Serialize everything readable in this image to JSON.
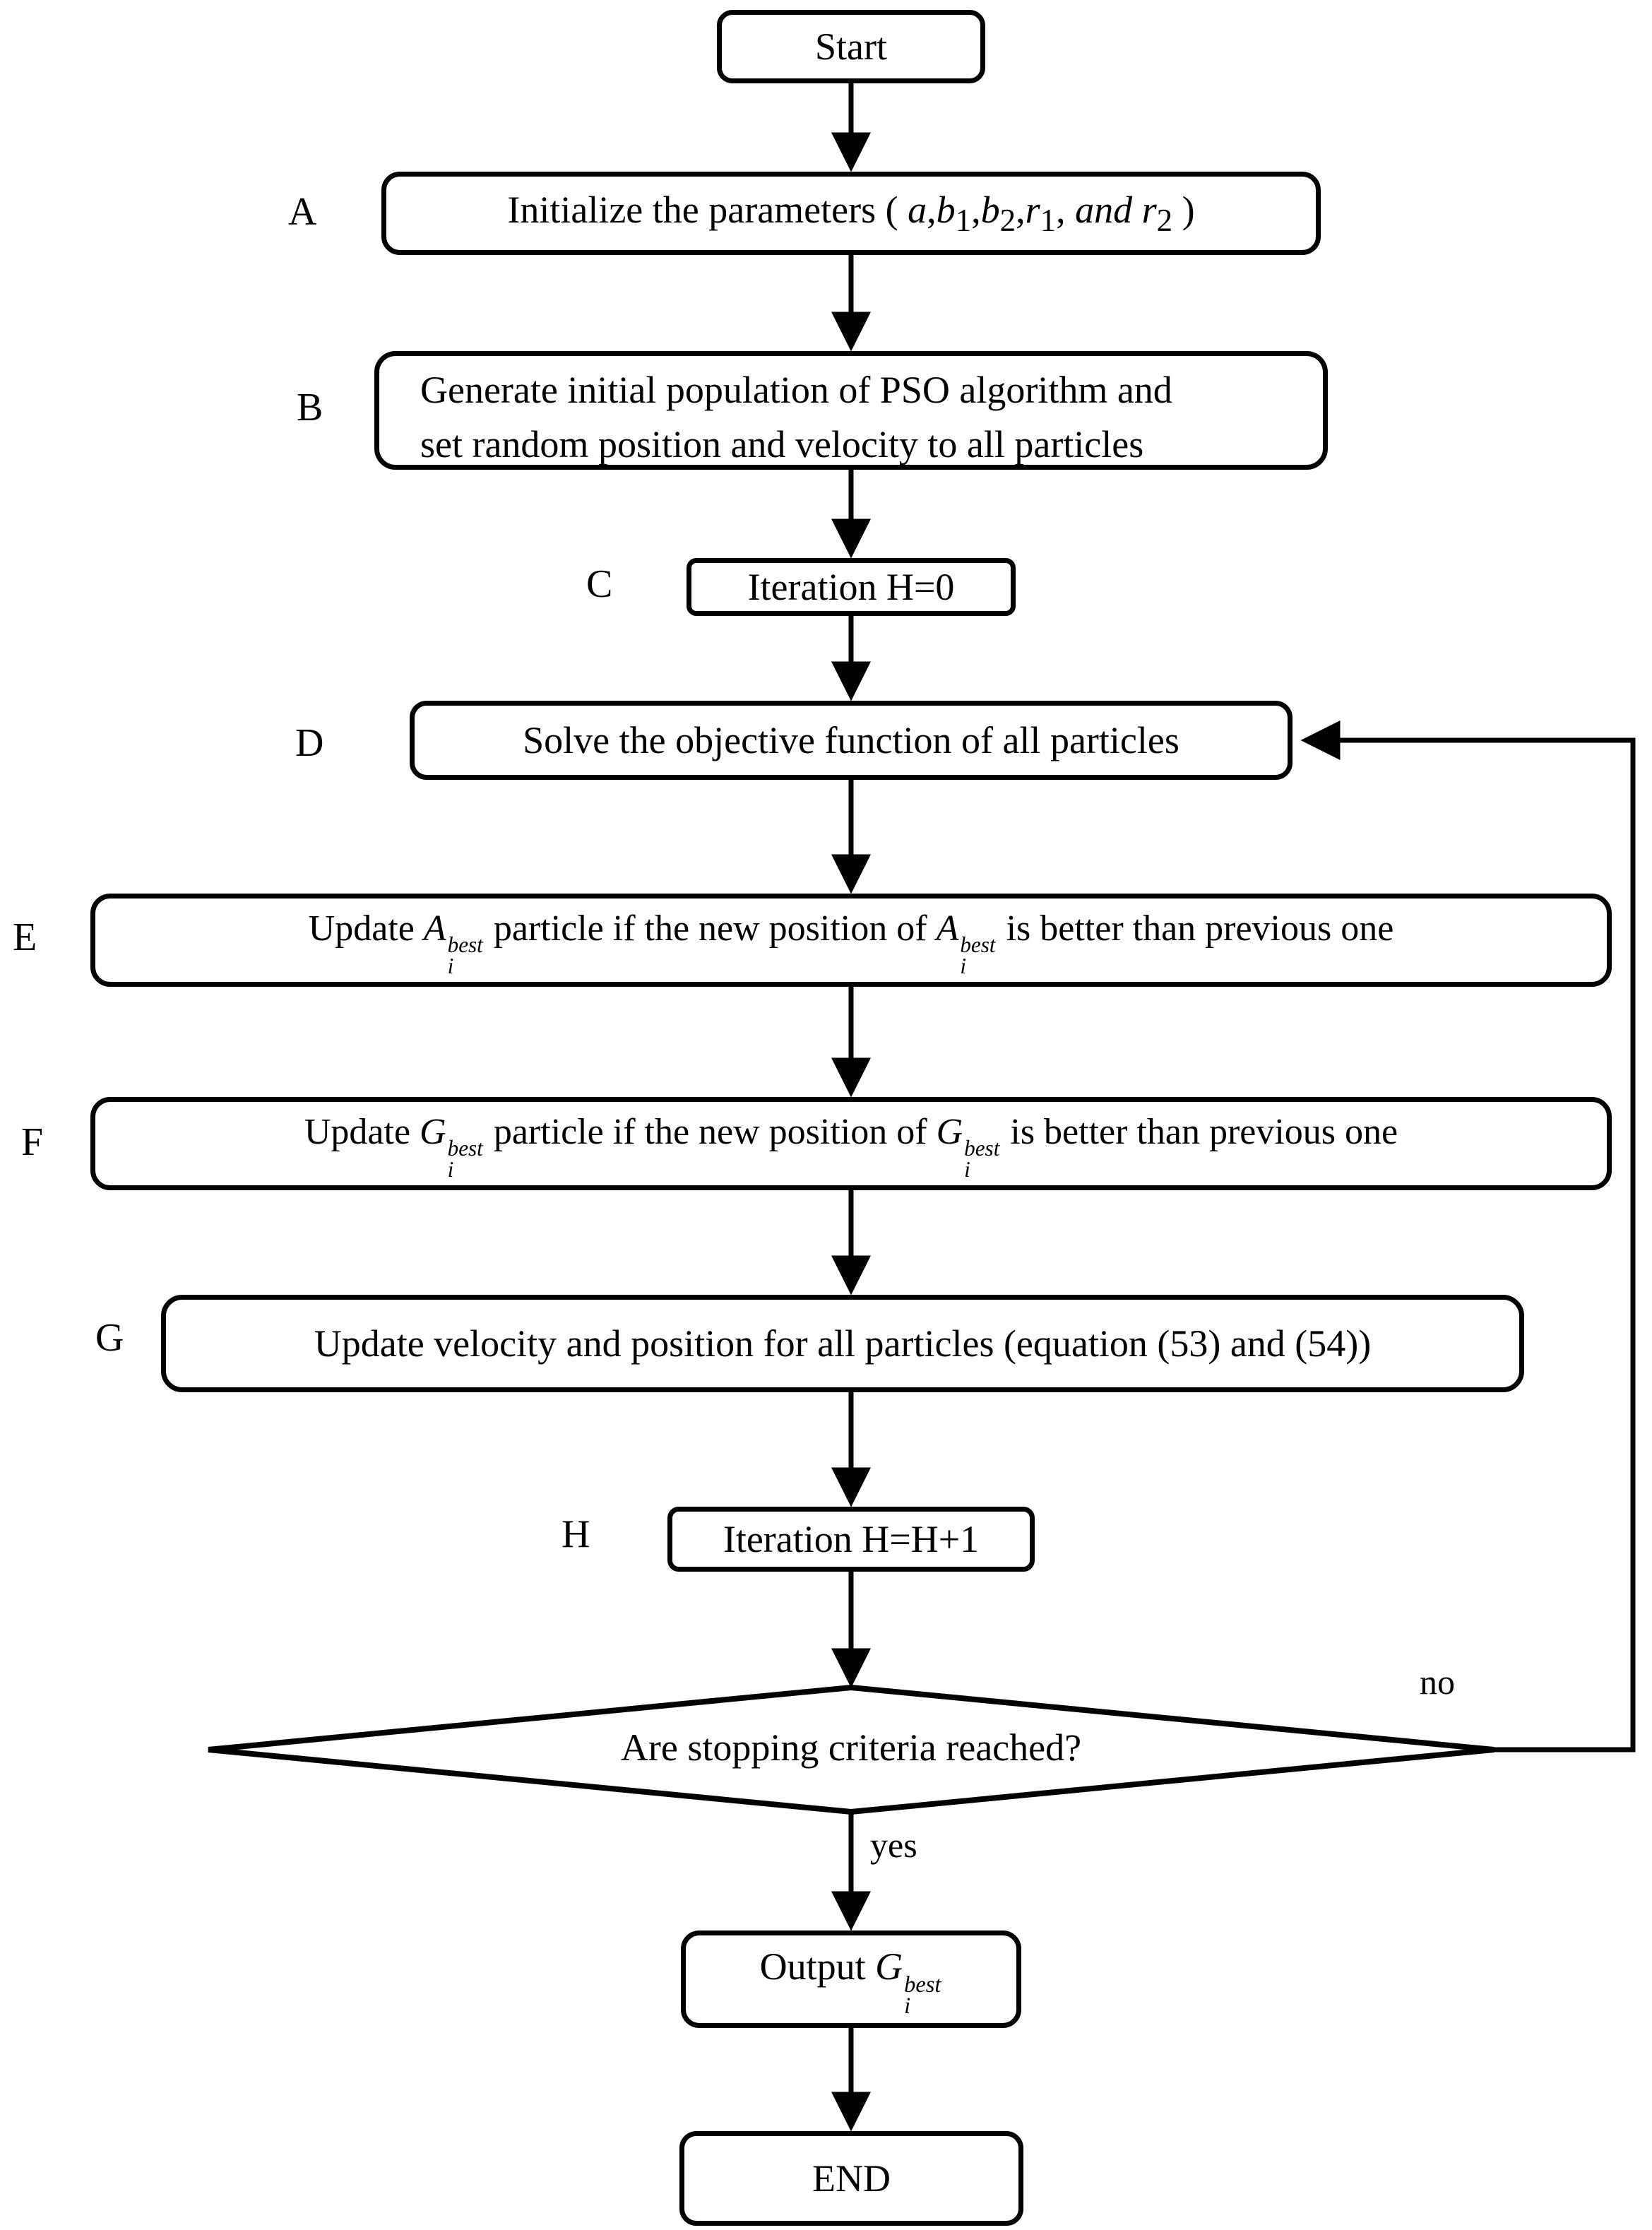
{
  "nodes": {
    "start": {
      "text": "Start"
    },
    "a": {
      "label": "A",
      "t1": "Initialize the parameters ( ",
      "m1": "a",
      "c1": ",",
      "m2": "b",
      "s2": "1",
      "c2": ",",
      "m3": "b",
      "s3": "2",
      "c3": ",",
      "m4": "r",
      "s4": "1",
      "c4": ", ",
      "m5": "and ",
      "m6": "r",
      "s6": "2",
      "t2": " )"
    },
    "b": {
      "label": "B",
      "line1": "Generate initial population of PSO algorithm and",
      "line2": "set random position and velocity to all particles"
    },
    "c": {
      "label": "C",
      "text": "Iteration H=0"
    },
    "d": {
      "label": "D",
      "text": "Solve the objective function of all particles"
    },
    "e": {
      "label": "E",
      "t1": "Update ",
      "v": "A",
      "sup": "best",
      "sub": "i",
      "t2": " particle if the new position of ",
      "t3": " is better than previous one"
    },
    "f": {
      "label": "F",
      "t1": "Update ",
      "v": "G",
      "sup": "best",
      "sub": "i",
      "t2": " particle if the new position of ",
      "t3": " is better than previous one"
    },
    "g": {
      "label": "G",
      "text": "Update velocity and position for all particles (equation (53) and (54))"
    },
    "h": {
      "label": "H",
      "text": "Iteration H=H+1"
    },
    "decision": {
      "text": "Are stopping criteria reached?"
    },
    "output": {
      "t1": "Output ",
      "v": "G",
      "sup": "best",
      "sub": "i"
    },
    "end": {
      "text": "END"
    }
  },
  "edges": {
    "no_label": "no",
    "yes_label": "yes"
  },
  "colors": {
    "stroke": "#000000",
    "background": "#ffffff"
  }
}
